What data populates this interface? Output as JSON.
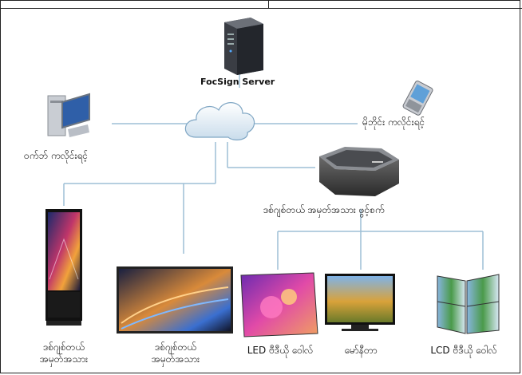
{
  "server_label": "FocSign Server",
  "desktop_label": "ဝက်ဘ် ကလိုင်းရင့်",
  "mobile_label": "မိုဘိုင်း ကလိုင်းရင့်",
  "player_label": "ဒစ်ဂျစ်တယ် အမှတ်အသား ဖွင့်စက်",
  "outputs": [
    {
      "line1": "ဒစ်ဂျစ်တယ်",
      "line2": "အမှတ်အသား"
    },
    {
      "line1": "ဒစ်ဂျစ်တယ်",
      "line2": "အမှတ်အသား"
    },
    {
      "line1": "LED ဗီဒီယို ဝေါလ်",
      "line2": ""
    },
    {
      "line1": "မော်နီတာ",
      "line2": ""
    },
    {
      "line1": "LCD ဗီဒီယို ဝေါလ်",
      "line2": ""
    }
  ],
  "colors": {
    "line": "#9dbfd6",
    "frame": "#222222"
  },
  "icons": [
    "server-icon",
    "desktop-computer-icon",
    "mobile-phone-icon",
    "cloud-icon",
    "media-player-icon",
    "kiosk-display-icon",
    "wall-display-icon",
    "led-wall-icon",
    "monitor-icon",
    "lcd-wall-icon"
  ]
}
